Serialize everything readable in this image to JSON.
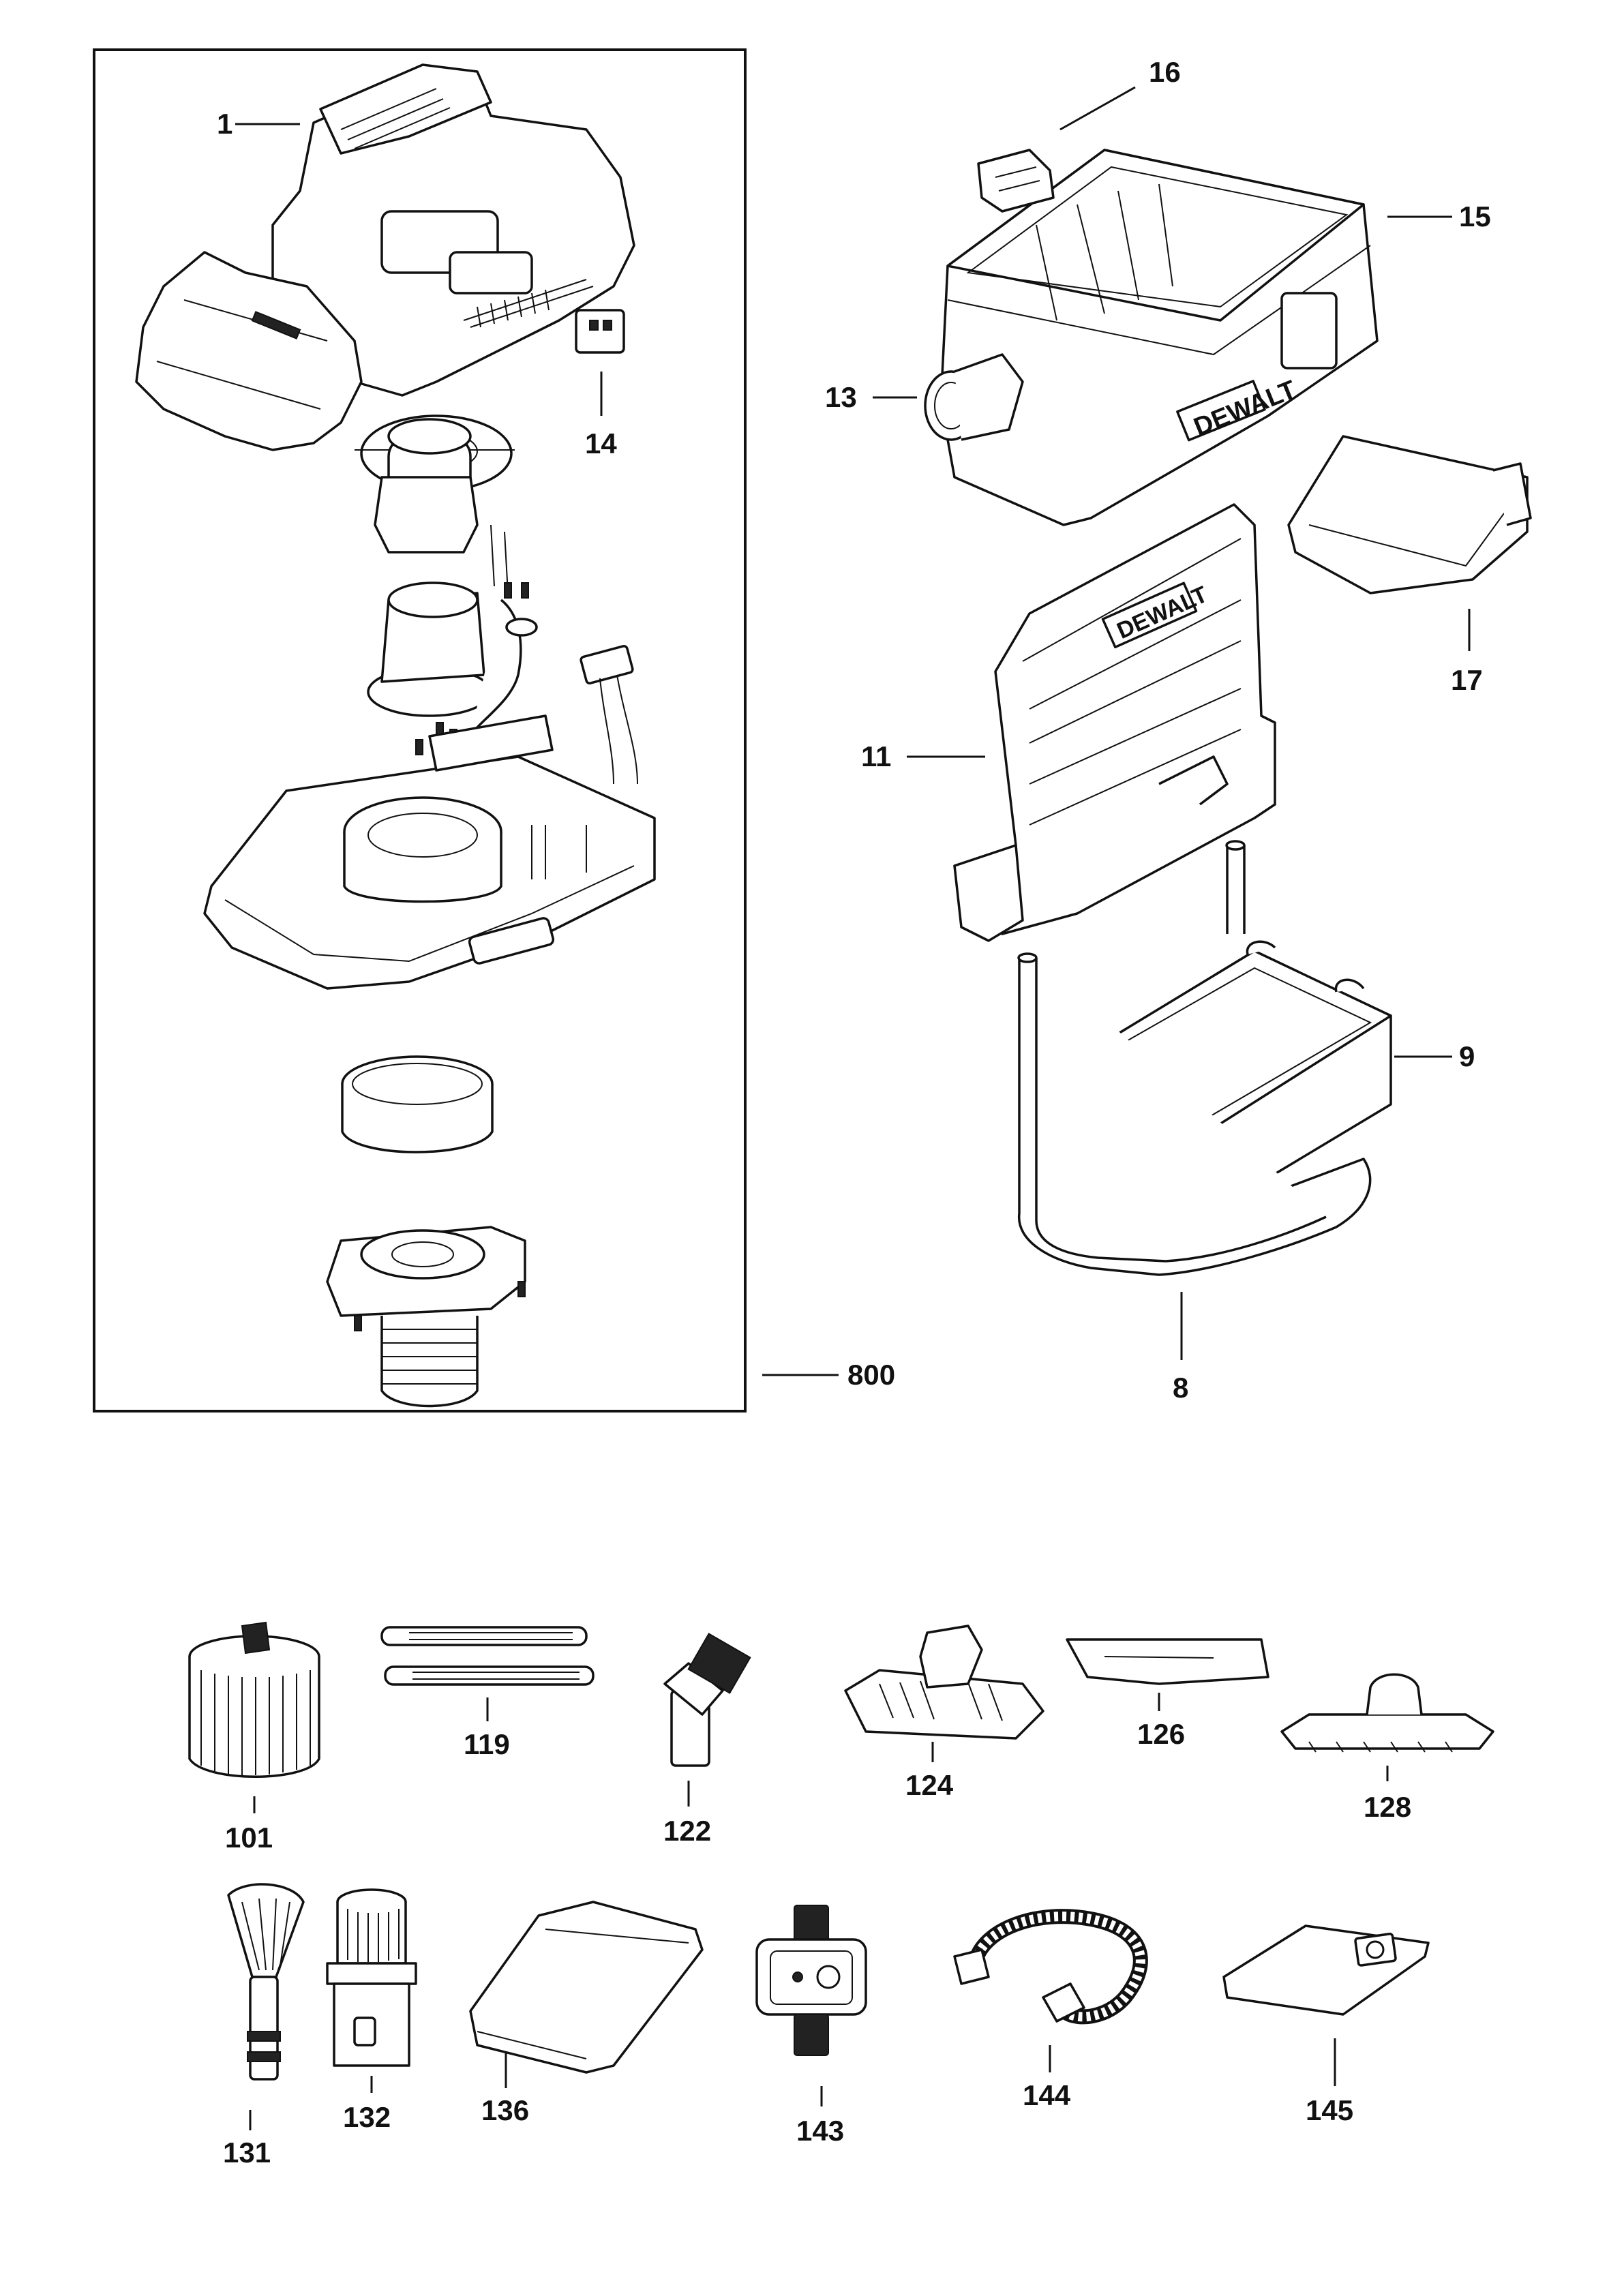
{
  "labels": {
    "p1": "1",
    "p14": "14",
    "p800": "800",
    "p16": "16",
    "p15": "15",
    "p13": "13",
    "p17": "17",
    "p11": "11",
    "p9": "9",
    "p8": "8",
    "p101": "101",
    "p119": "119",
    "p122": "122",
    "p124": "124",
    "p126": "126",
    "p128": "128",
    "p131": "131",
    "p132": "132",
    "p136": "136",
    "p143": "143",
    "p144": "144",
    "p145": "145"
  },
  "branding": {
    "logo_text": "DEWALT",
    "logo_tank": "DEWALT",
    "logo_backplate": "DEWALT"
  },
  "colors": {
    "line": "#111111",
    "background": "#ffffff"
  }
}
